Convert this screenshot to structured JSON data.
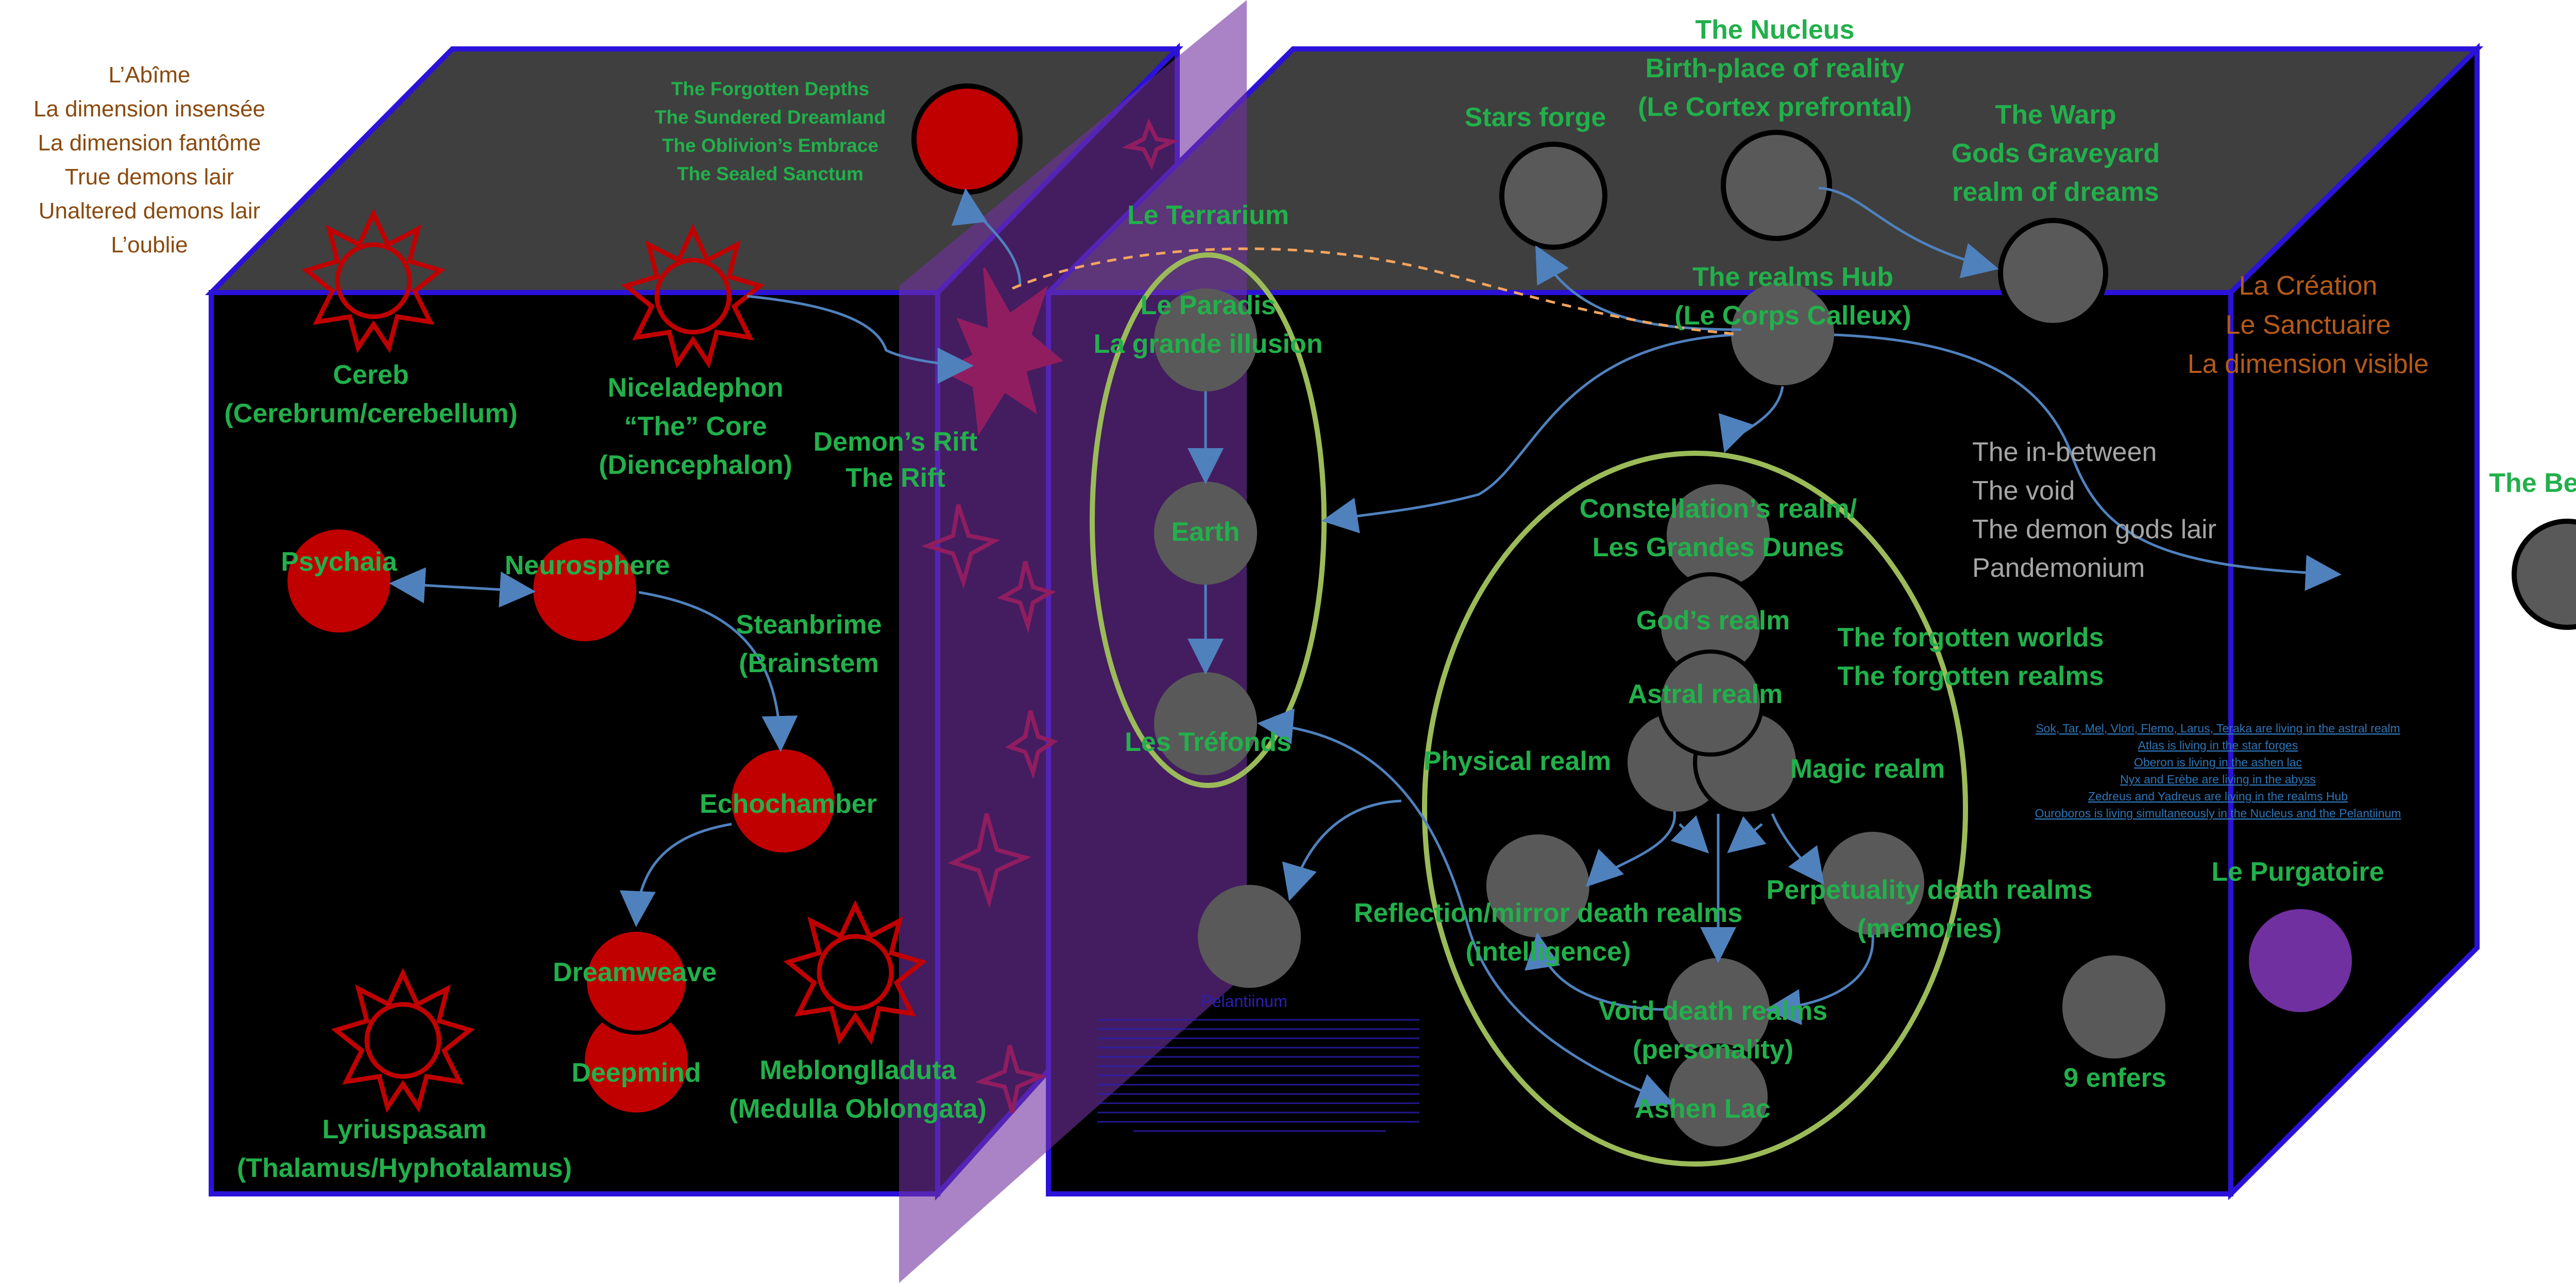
{
  "colors": {
    "green": "#22b04b",
    "orange": "#b55a19",
    "dark_orange": "#8a4a0f",
    "grey_text": "#a6a6a6",
    "box_edge": "#2b12d8",
    "box_top": "#3f3f3f",
    "red": "#c00000",
    "grey_node": "#595959",
    "purple_plane": "#7030a0",
    "ellipse": "#9bbb59",
    "arrow": "#4f81bd",
    "link": "#2e75b6",
    "pelantiinum_text": "#2b1fb3",
    "purgatoire": "#7030a0"
  },
  "left_labels": [
    "L’Abîme",
    "La dimension insensée",
    "La dimension fantôme",
    "True demons lair",
    "Unaltered demons lair",
    "L’oublie"
  ],
  "forgotten_labels": [
    "The Forgotten Depths",
    "The Sundered Dreamland",
    "The Oblivion’s Embrace",
    "The Sealed Sanctum"
  ],
  "creation_labels": [
    "La Création",
    "Le Sanctuaire",
    "La dimension visible"
  ],
  "in_between_labels": [
    "The in-between",
    "The void",
    "The demon gods lair",
    "Pandemonium"
  ],
  "left_nodes": {
    "cereb": [
      "Cereb",
      "(Cerebrum/cerebellum)"
    ],
    "niceladephon": [
      "Niceladephon",
      "“The” Core",
      "(Diencephalon)"
    ],
    "demons_rift": [
      "Demon’s Rift",
      "The Rift"
    ],
    "psychaia": "Psychaia",
    "neurosphere": "Neurosphere",
    "steanbrime": [
      "Steanbrime",
      "(Brainstem"
    ],
    "echochamber": "Echochamber",
    "dreamweave": "Dreamweave",
    "deepmind": "Deepmind",
    "meblongll": [
      "Meblongll​aduta",
      "(Medulla Oblongata)"
    ],
    "lyriuspasam": [
      "Lyriuspasam",
      "(Thalamus/Hyphotalamus)"
    ]
  },
  "top_nodes": {
    "nucleus": [
      "The Nucleus",
      "Birth-place of reality",
      "(Le Cortex prefrontal)"
    ],
    "stars_forge": "Stars forge",
    "warp": [
      "The Warp",
      "Gods Graveyard",
      "realm of dreams"
    ],
    "realms_hub": [
      "The realms Hub",
      "(Le Corps Calleux)"
    ],
    "terrarium": "Le Terrarium",
    "beyond": "The Beyond"
  },
  "right_nodes": {
    "paradis": [
      "Le Paradis",
      "La grande illusion"
    ],
    "earth": "Earth",
    "trefonds": "Les Tréfonds",
    "constellation": [
      "Constellation’s realm/",
      "Les Grandes Dunes"
    ],
    "gods_realm": "God’s realm",
    "astral": "Astral realm",
    "forgotten_worlds": [
      "The forgotten worlds",
      "The forgotten realms"
    ],
    "physical": "Physical realm",
    "magic": "Magic realm",
    "reflection": [
      "Reflection/mirror death realms",
      "(intelligence)"
    ],
    "perpetuality": [
      "Perpetuality death realms",
      "(memories)"
    ],
    "void_death": [
      "Void death realms",
      "(personality)"
    ],
    "ashen": "Ashen Lac",
    "purgatoire": "Le Purgatoire",
    "enfers": "9 enfers",
    "pelantiinum": "Pelantiinum"
  },
  "links": [
    "Sok, Tar, Mel, Vlori, Flemo, Larus, Teraka are living in the astral realm",
    "Atlas is living in the star forges",
    "Oberon is living in the ashen lac",
    "Nyx and Erèbe are living in the abyss",
    "Zedreus and Yadreus are living in the realms Hub",
    "Ouroboros is living simultaneously in the Nucleus and the Pelantiinum"
  ]
}
